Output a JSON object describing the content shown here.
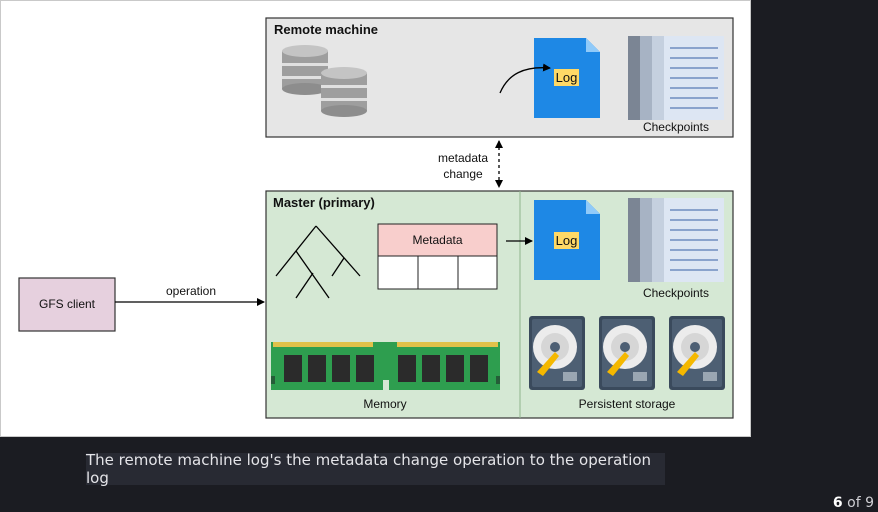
{
  "diagram": {
    "remote_machine": {
      "title": "Remote machine",
      "log_label": "Log",
      "checkpoints_label": "Checkpoints"
    },
    "metadata_change_label_line1": "metadata",
    "metadata_change_label_line2": "change",
    "master": {
      "title": "Master (primary)",
      "metadata_label": "Metadata",
      "memory_label": "Memory",
      "log_label": "Log",
      "checkpoints_label": "Checkpoints",
      "persistent_storage_label": "Persistent storage"
    },
    "gfs_client_label": "GFS client",
    "operation_label": "operation"
  },
  "caption": "The remote machine log's the metadata change operation to the operation log",
  "pager": {
    "current": "6",
    "separator": "of",
    "total": "9"
  },
  "colors": {
    "remote_bg": "#e6e6e6",
    "master_bg": "#d5e8d4",
    "metadata_header": "#f8cecc",
    "client_bg": "#e6d0de",
    "log_blue": "#1e88e5",
    "log_highlight": "#ffd966",
    "ram_green": "#2e9e4f"
  }
}
